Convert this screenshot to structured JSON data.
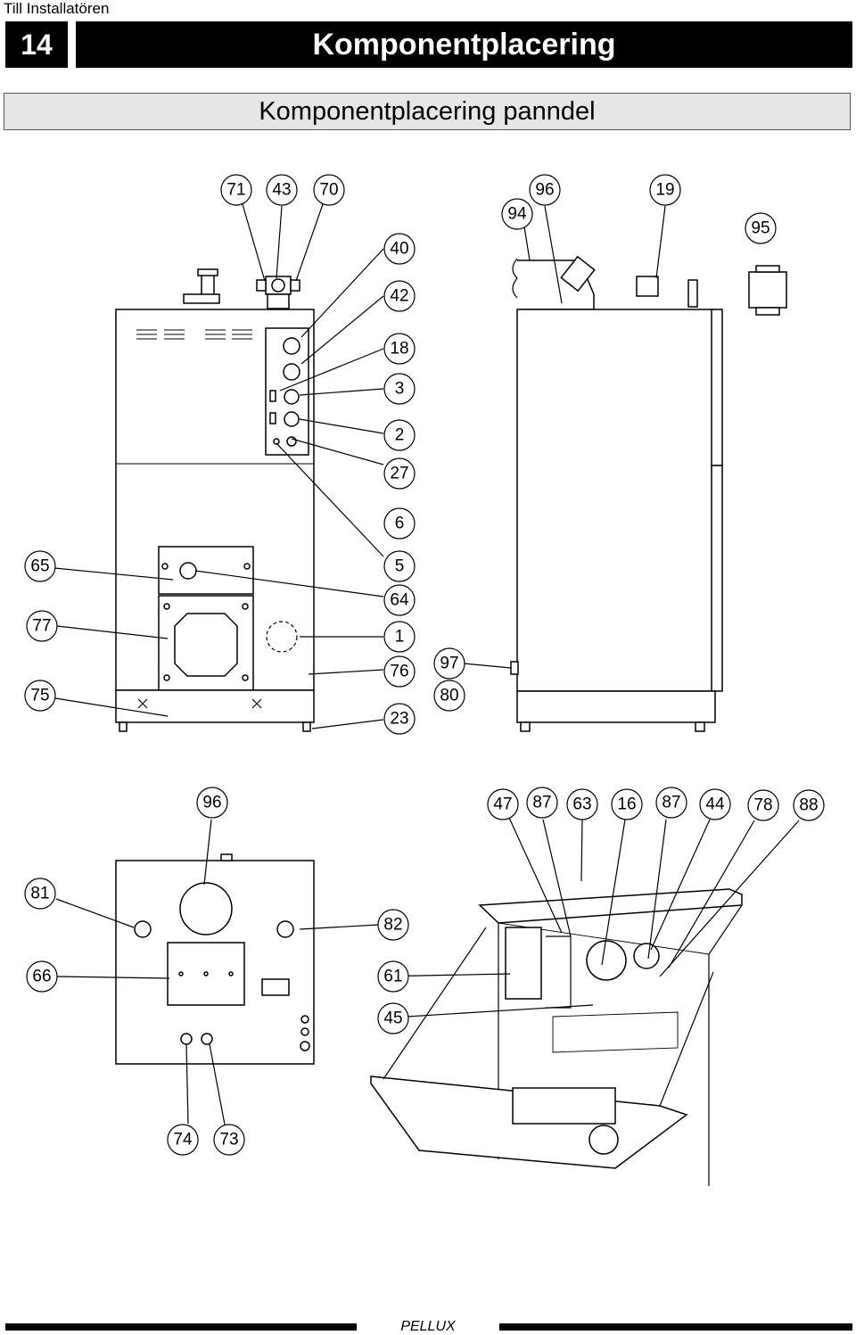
{
  "header": {
    "top_label": "Till Installatören",
    "page_number": "14",
    "title": "Komponentplacering",
    "subtitle": "Komponentplacering panndel"
  },
  "callouts": {
    "c71": "71",
    "c43": "43",
    "c70": "70",
    "c40": "40",
    "c42": "42",
    "c18": "18",
    "c3": "3",
    "c2": "2",
    "c27": "27",
    "c6": "6",
    "c5": "5",
    "c64": "64",
    "c1": "1",
    "c76": "76",
    "c23": "23",
    "c65": "65",
    "c77": "77",
    "c75": "75",
    "c94": "94",
    "c96a": "96",
    "c19": "19",
    "c95": "95",
    "c97": "97",
    "c80": "80",
    "c96b": "96",
    "c81": "81",
    "c66": "66",
    "c82": "82",
    "c61": "61",
    "c45": "45",
    "c74": "74",
    "c73": "73",
    "c47": "47",
    "c87a": "87",
    "c63": "63",
    "c16": "16",
    "c87b": "87",
    "c44": "44",
    "c78": "78",
    "c88": "88"
  },
  "footer": {
    "brand": "PELLUX"
  }
}
